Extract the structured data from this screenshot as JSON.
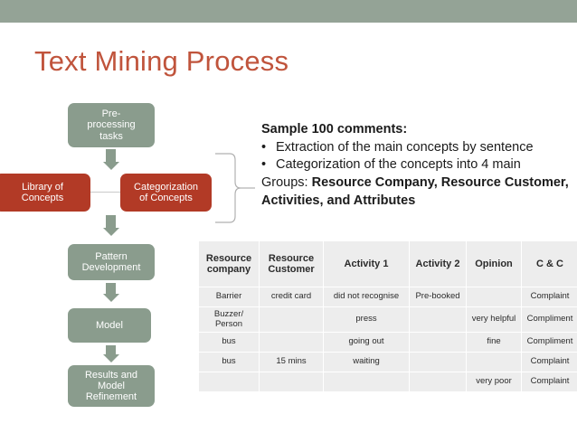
{
  "slide": {
    "title": "Text Mining Process",
    "title_color": "#c0543c",
    "band_color": "#94a396"
  },
  "flow": {
    "nodes": [
      {
        "id": "pre",
        "label": "Pre-\nprocessing\ntasks",
        "color": "#8a9c8d"
      },
      {
        "id": "lib",
        "label": "Library of\nConcepts",
        "color": "#b23a26"
      },
      {
        "id": "cat",
        "label": "Categorization\nof Concepts",
        "color": "#b23a26"
      },
      {
        "id": "pat",
        "label": "Pattern\nDevelopment",
        "color": "#8a9c8d"
      },
      {
        "id": "mod",
        "label": "Model",
        "color": "#8a9c8d"
      },
      {
        "id": "res",
        "label": "Results and\nModel\nRefinement",
        "color": "#8a9c8d"
      }
    ]
  },
  "callout": {
    "heading": "Sample 100 comments:",
    "bullet_glyph": "•",
    "bullets": [
      "Extraction of the main concepts by sentence",
      "Categorization of the concepts into 4 main"
    ],
    "tail_prefix": "Groups: ",
    "tail_bold": "Resource Company, Resource Customer, Activities, and Attributes"
  },
  "table": {
    "headers": [
      "Resource company",
      "Resource Customer",
      "Activity 1",
      "Activity 2",
      "Opinion",
      "C & C"
    ],
    "highlight_header": "C & C",
    "highlight_color": "#7ac143",
    "complaint_color": "#e2541c",
    "rows": [
      {
        "cells": [
          "Barrier",
          "credit card",
          "did not recognise",
          "Pre-booked",
          "",
          "Complaint"
        ],
        "cc": "Complaint",
        "small_col": 3,
        "tall": false
      },
      {
        "cells": [
          "Buzzer/ Person",
          "",
          "press",
          "",
          "very helpful",
          "Compliment"
        ],
        "cc": "Compliment",
        "small_col": -1,
        "tall": true
      },
      {
        "cells": [
          "bus",
          "",
          "going out",
          "",
          "fine",
          "Compliment"
        ],
        "cc": "Compliment",
        "small_col": -1,
        "tall": false
      },
      {
        "cells": [
          "bus",
          "15 mins",
          "waiting",
          "",
          "",
          "Complaint"
        ],
        "cc": "Complaint",
        "small_col": -1,
        "tall": false
      },
      {
        "cells": [
          "",
          "",
          "",
          "",
          "very poor",
          "Complaint"
        ],
        "cc": "Complaint",
        "small_col": -1,
        "tall": false
      }
    ]
  }
}
